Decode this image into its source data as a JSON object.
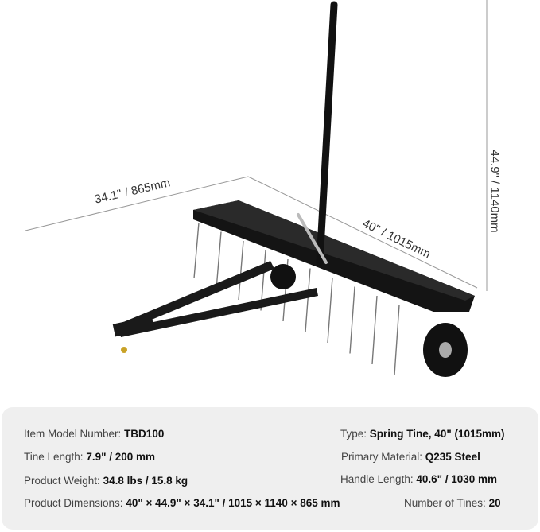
{
  "dimensions": {
    "depth": "34.1\" / 865mm",
    "width": "40\" / 1015mm",
    "height": "44.9\" / 1140mm"
  },
  "specs": [
    {
      "label": "Item Model Number:",
      "value": "TBD100"
    },
    {
      "label": "Type:",
      "value": "Spring Tine, 40\" (1015mm)"
    },
    {
      "label": "Tine Length:",
      "value": "7.9\" / 200 mm"
    },
    {
      "label": "Primary Material:",
      "value": "Q235 Steel"
    },
    {
      "label": "Product Weight:",
      "value": "34.8 lbs / 15.8 kg"
    },
    {
      "label": "Handle Length:",
      "value": "40.6\" / 1030 mm"
    },
    {
      "label": "Product Dimensions:",
      "value": "40\" × 44.9\" × 34.1\" / 1015 × 1140 × 865 mm"
    },
    {
      "label": "Number of Tines:",
      "value": "20"
    }
  ],
  "colors": {
    "frame": "#111111",
    "spec_bg": "#efefef",
    "dim_line": "#888888"
  }
}
